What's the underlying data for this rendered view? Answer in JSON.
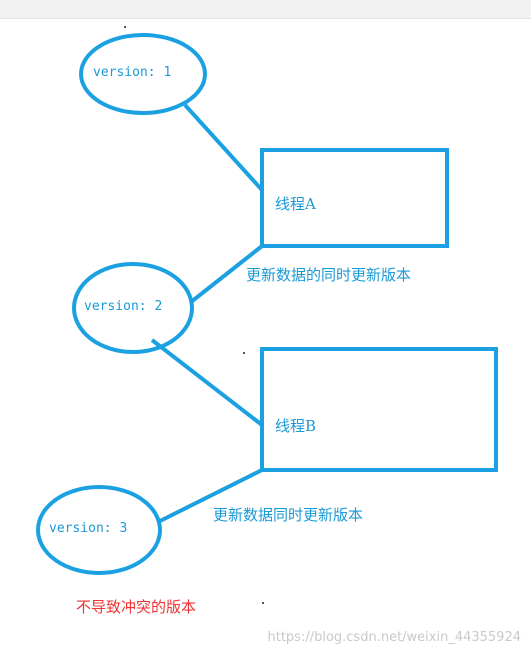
{
  "colors": {
    "shape_stroke": "#1ba1e2",
    "label_text": "#1a9ad6",
    "highlight_text": "#ee3333",
    "watermark_text": "#c9c9c9"
  },
  "versions": [
    "version: 1",
    "version: 2",
    "version: 3"
  ],
  "threads": [
    "线程A",
    "线程B"
  ],
  "notes": {
    "thread_a": "更新数据的同时更新版本",
    "thread_b": "更新数据同时更新版本"
  },
  "caption": "不导致冲突的版本",
  "watermark": "https://blog.csdn.net/weixin_44355924"
}
